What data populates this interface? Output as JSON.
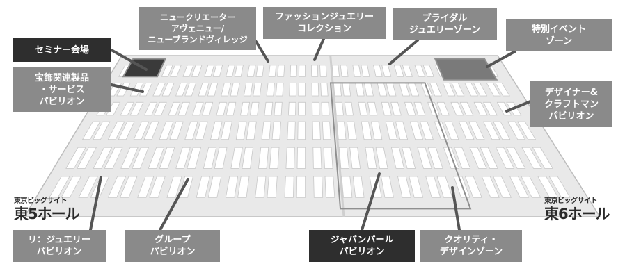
{
  "map": {
    "labels": {
      "new_creators": "ニュークリエーター\nアヴェニュー/\nニューブランドヴィレッジ",
      "fashion_jewelry": "ファッションジュエリー\nコレクション",
      "bridal": "ブライダル\nジュエリーゾーン",
      "special_event": "特別イベント\nゾーン",
      "seminar": "セミナー会場",
      "ornaments": "宝飾関連製品\n・サービス\nパビリオン",
      "designer_craft": "デザイナー&\nクラフトマン\nパビリオン",
      "ri_jewelry": "リ：ジュエリー\nパビリオン",
      "group": "グループ\nパビリオン",
      "japan_pearl": "ジャパンパール\nパビリオン",
      "quality_design": "クオリティ・\nデザインゾーン"
    },
    "halls": {
      "east5_sub": "東京ビッグサイト",
      "east5_main": "東5ホール",
      "east6_sub": "東京ビッグサイト",
      "east6_main": "東6ホール"
    },
    "colors": {
      "label_gray": "#8a8a8a",
      "label_dark": "#2e2e2e",
      "floor": "#e9e9e9",
      "booth": "#ffffff",
      "aisle_line": "#c8c8c8"
    }
  }
}
